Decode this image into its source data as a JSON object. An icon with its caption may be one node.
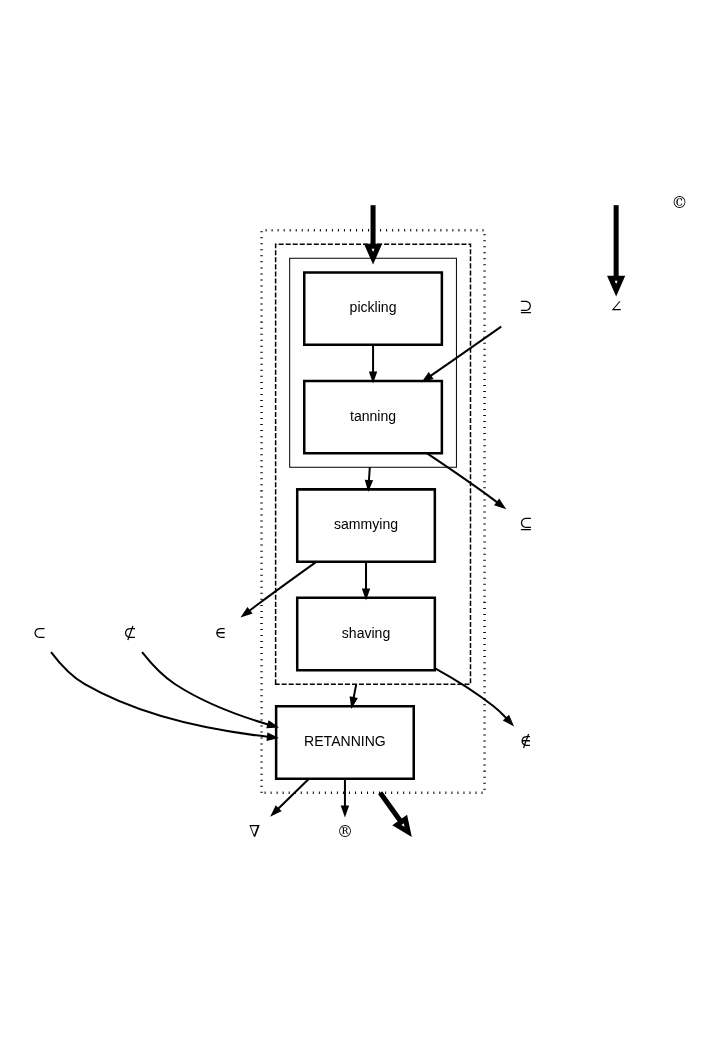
{
  "diagram": {
    "nodes": [
      {
        "text": [],
        "shape": "box"
      },
      {
        "text": [],
        "shape": "box",
        "in": 0
      },
      {
        "text": [],
        "shape": "box",
        "in": 1
      },
      {
        "text": [
          "pickling"
        ],
        "in": 2
      },
      {
        "text": [
          "tanning"
        ],
        "in": 2
      },
      {
        "text": [
          "sammying"
        ],
        "in": 1
      },
      {
        "text": [
          "shaving"
        ],
        "in": 1
      },
      {
        "text": [
          "RETANNING"
        ],
        "in": 0
      },
      {
        "text": [
          "⊇"
        ]
      },
      {
        "text": [
          "⊆"
        ]
      },
      {
        "text": [
          "∈"
        ]
      },
      {
        "text": [
          "∉"
        ]
      },
      {
        "text": [
          "∠"
        ]
      },
      {
        "text": [
          "⊄"
        ]
      },
      {
        "text": [
          "∇"
        ]
      },
      {
        "text": [
          "⊂"
        ]
      },
      {
        "text": [
          "®"
        ]
      }
    ],
    "edges": [
      {
        "from": null,
        "to": 2,
        "arrow": "to",
        "style": "thick"
      },
      {
        "from": 3,
        "to": 4,
        "arrow": "to"
      },
      {
        "from": 8,
        "to": 4,
        "arrow": "to"
      },
      {
        "from": 4,
        "to": 9,
        "arrow": "to"
      },
      {
        "from": 2,
        "to": 5,
        "arrow": "to"
      },
      {
        "from": 5,
        "to": 10,
        "arrow": "to"
      },
      {
        "from": 5,
        "to": 6,
        "arrow": "to"
      },
      {
        "from": 6,
        "to": 11,
        "arrow": "to"
      },
      {
        "from": 1,
        "to": 7,
        "arrow": "to"
      },
      {
        "from": null,
        "to": 12,
        "arrow": "to",
        "style": "thick"
      },
      {
        "from": 13,
        "to": 7,
        "arrow": "to"
      },
      {
        "from": 15,
        "to": 7,
        "arrow": "to"
      },
      {
        "from": 7,
        "to": 14,
        "arrow": "to"
      },
      {
        "from": 7,
        "to": 16,
        "arrow": "to"
      },
      {
        "from": 0,
        "to": null,
        "arrow": "to",
        "style": "thick"
      }
    ],
    "labels": [
      "©"
    ]
  }
}
